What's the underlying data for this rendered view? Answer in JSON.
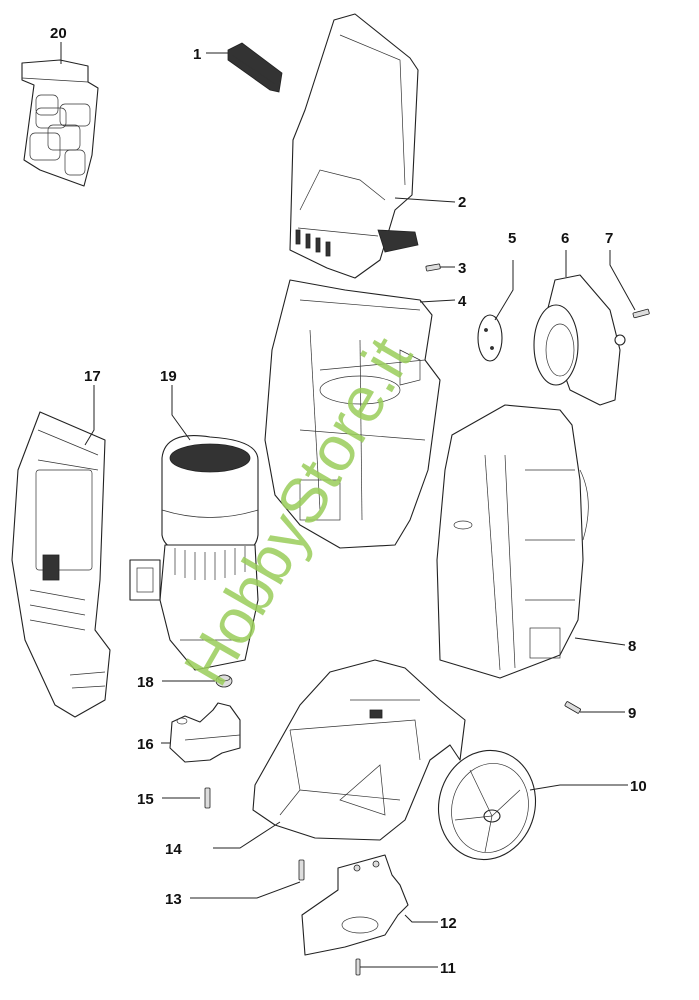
{
  "diagram": {
    "type": "exploded-parts-diagram",
    "subject": "pressure washer housing assembly",
    "watermark": "HobbyStore.it",
    "watermark_color": "#9acd5a",
    "line_color": "#222222",
    "parts": [
      {
        "number": "1",
        "name": "filter-grid"
      },
      {
        "number": "2",
        "name": "upper-cover-handle"
      },
      {
        "number": "3",
        "name": "screw"
      },
      {
        "number": "4",
        "name": "rear-frame-housing"
      },
      {
        "number": "5",
        "name": "disc-cap"
      },
      {
        "number": "6",
        "name": "hose-reel-flange"
      },
      {
        "number": "7",
        "name": "screw"
      },
      {
        "number": "8",
        "name": "front-housing-body"
      },
      {
        "number": "9",
        "name": "screw"
      },
      {
        "number": "10",
        "name": "wheel"
      },
      {
        "number": "11",
        "name": "screw"
      },
      {
        "number": "12",
        "name": "foot-support"
      },
      {
        "number": "13",
        "name": "screw"
      },
      {
        "number": "14",
        "name": "base-chassis"
      },
      {
        "number": "15",
        "name": "screw"
      },
      {
        "number": "16",
        "name": "motor-bracket"
      },
      {
        "number": "17",
        "name": "side-panel-grille"
      },
      {
        "number": "18",
        "name": "rubber-bushing"
      },
      {
        "number": "19",
        "name": "motor-pump-unit"
      },
      {
        "number": "20",
        "name": "decal-sticker"
      }
    ]
  }
}
